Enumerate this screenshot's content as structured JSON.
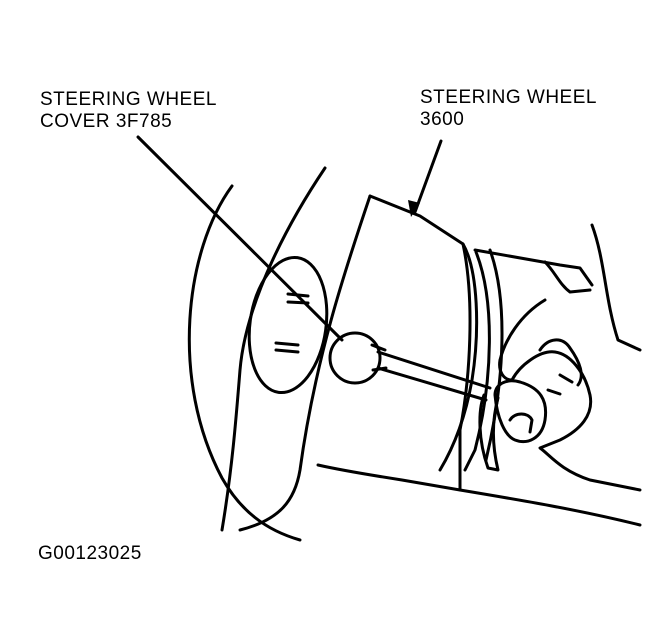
{
  "callouts": {
    "cover": {
      "line1": "STEERING WHEEL",
      "line2": "COVER 3F785"
    },
    "wheel": {
      "line1": "STEERING WHEEL",
      "line2": "3600"
    }
  },
  "figure_id": "G00123025",
  "colors": {
    "ink": "#000000",
    "paper": "#ffffff"
  }
}
